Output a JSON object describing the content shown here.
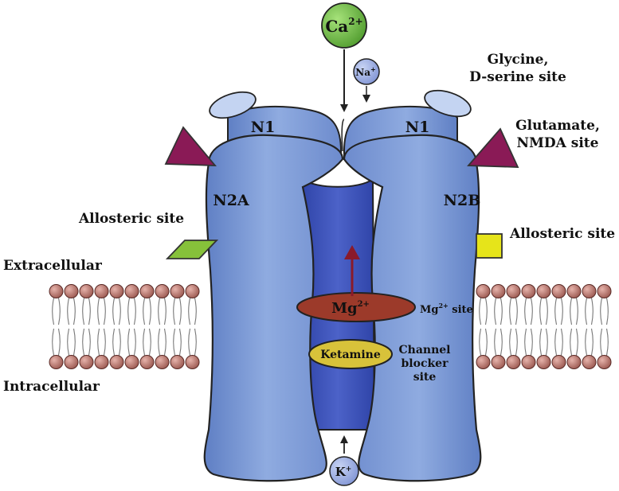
{
  "ions": {
    "calcium": {
      "base": "Ca",
      "charge": "2+"
    },
    "sodium": {
      "base": "Na",
      "charge": "+"
    },
    "potassium": {
      "base": "K",
      "charge": "+"
    },
    "magnesium": {
      "base": "Mg",
      "charge": "2+"
    },
    "magnesium_site": {
      "base": "Mg",
      "charge": "2+",
      "suffix": " site"
    }
  },
  "subunits": {
    "n1_left": "N1",
    "n1_right": "N1",
    "n2a": "N2A",
    "n2b": "N2B"
  },
  "labels": {
    "glycine_line1": "Glycine,",
    "glycine_line2": "D-serine site",
    "glutamate_line1": "Glutamate,",
    "glutamate_line2": "NMDA site",
    "allosteric_left": "Allosteric site",
    "allosteric_right": "Allosteric site",
    "extracellular": "Extracellular",
    "intracellular": "Intracellular",
    "ketamine": "Ketamine",
    "channel_line1": "Channel",
    "channel_line2": "blocker",
    "channel_line3": "site"
  },
  "colors": {
    "protein": "#7f9fd6",
    "pore": "#3d52b8",
    "calcium_ball": "#6fbf4a",
    "small_ion_ball": "#9aaee6",
    "magnesium_disc": "#9c3a2a",
    "ketamine_disc": "#d8c23a",
    "glutamate_triangle": "#8a1a56",
    "allosteric_left": "#86c13a",
    "allosteric_right": "#e6e41a",
    "lipid_head": "#b0706a"
  }
}
